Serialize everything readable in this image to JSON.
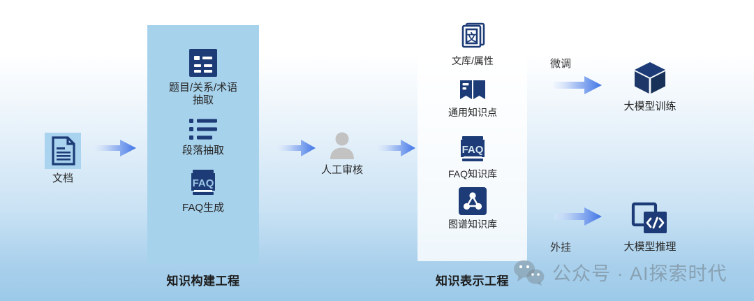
{
  "diagram": {
    "title": "知识构建与表示工程流程图",
    "background": {
      "top_color": "#ffffff",
      "bottom_color": "#9ccae9"
    },
    "accent_colors": {
      "icon_navy": "#1d3c77",
      "panel_blue": "#a7d2ec",
      "arrow_blue": "#4a7ee8",
      "icon_tile_blue": "#a9d3ef"
    }
  },
  "source": {
    "icon": "document-icon",
    "label": "文档"
  },
  "arrows": [
    {
      "name": "arrow-doc-to-construct",
      "label": ""
    },
    {
      "name": "arrow-construct-to-review",
      "label": ""
    },
    {
      "name": "arrow-review-to-represent",
      "label": ""
    },
    {
      "name": "arrow-represent-to-training",
      "label": "微调"
    },
    {
      "name": "arrow-represent-to-inference",
      "label": "外挂"
    }
  ],
  "construction_panel": {
    "label": "知识构建工程",
    "items": [
      {
        "icon": "list-card-icon",
        "label": "题目/关系/术语\n抽取"
      },
      {
        "icon": "bullet-list-icon",
        "label": "段落抽取"
      },
      {
        "icon": "faq-book-icon",
        "label": "FAQ生成"
      }
    ]
  },
  "review": {
    "icon": "person-icon",
    "label": "人工审核"
  },
  "representation_panel": {
    "label": "知识表示工程",
    "items": [
      {
        "icon": "text-library-icon",
        "label": "文库/属性"
      },
      {
        "icon": "open-book-icon",
        "label": "通用知识点"
      },
      {
        "icon": "faq-book-icon",
        "label": "FAQ知识库"
      },
      {
        "icon": "graph-nodes-icon",
        "label": "图谱知识库"
      }
    ]
  },
  "outputs": [
    {
      "icon": "cube-icon",
      "label": "大模型训练",
      "connector_label": "微调"
    },
    {
      "icon": "code-window-icon",
      "label": "大模型推理",
      "connector_label": "外挂"
    }
  ],
  "watermark": {
    "icon": "wechat-icon",
    "text": "公众号 · AI探索时代"
  }
}
